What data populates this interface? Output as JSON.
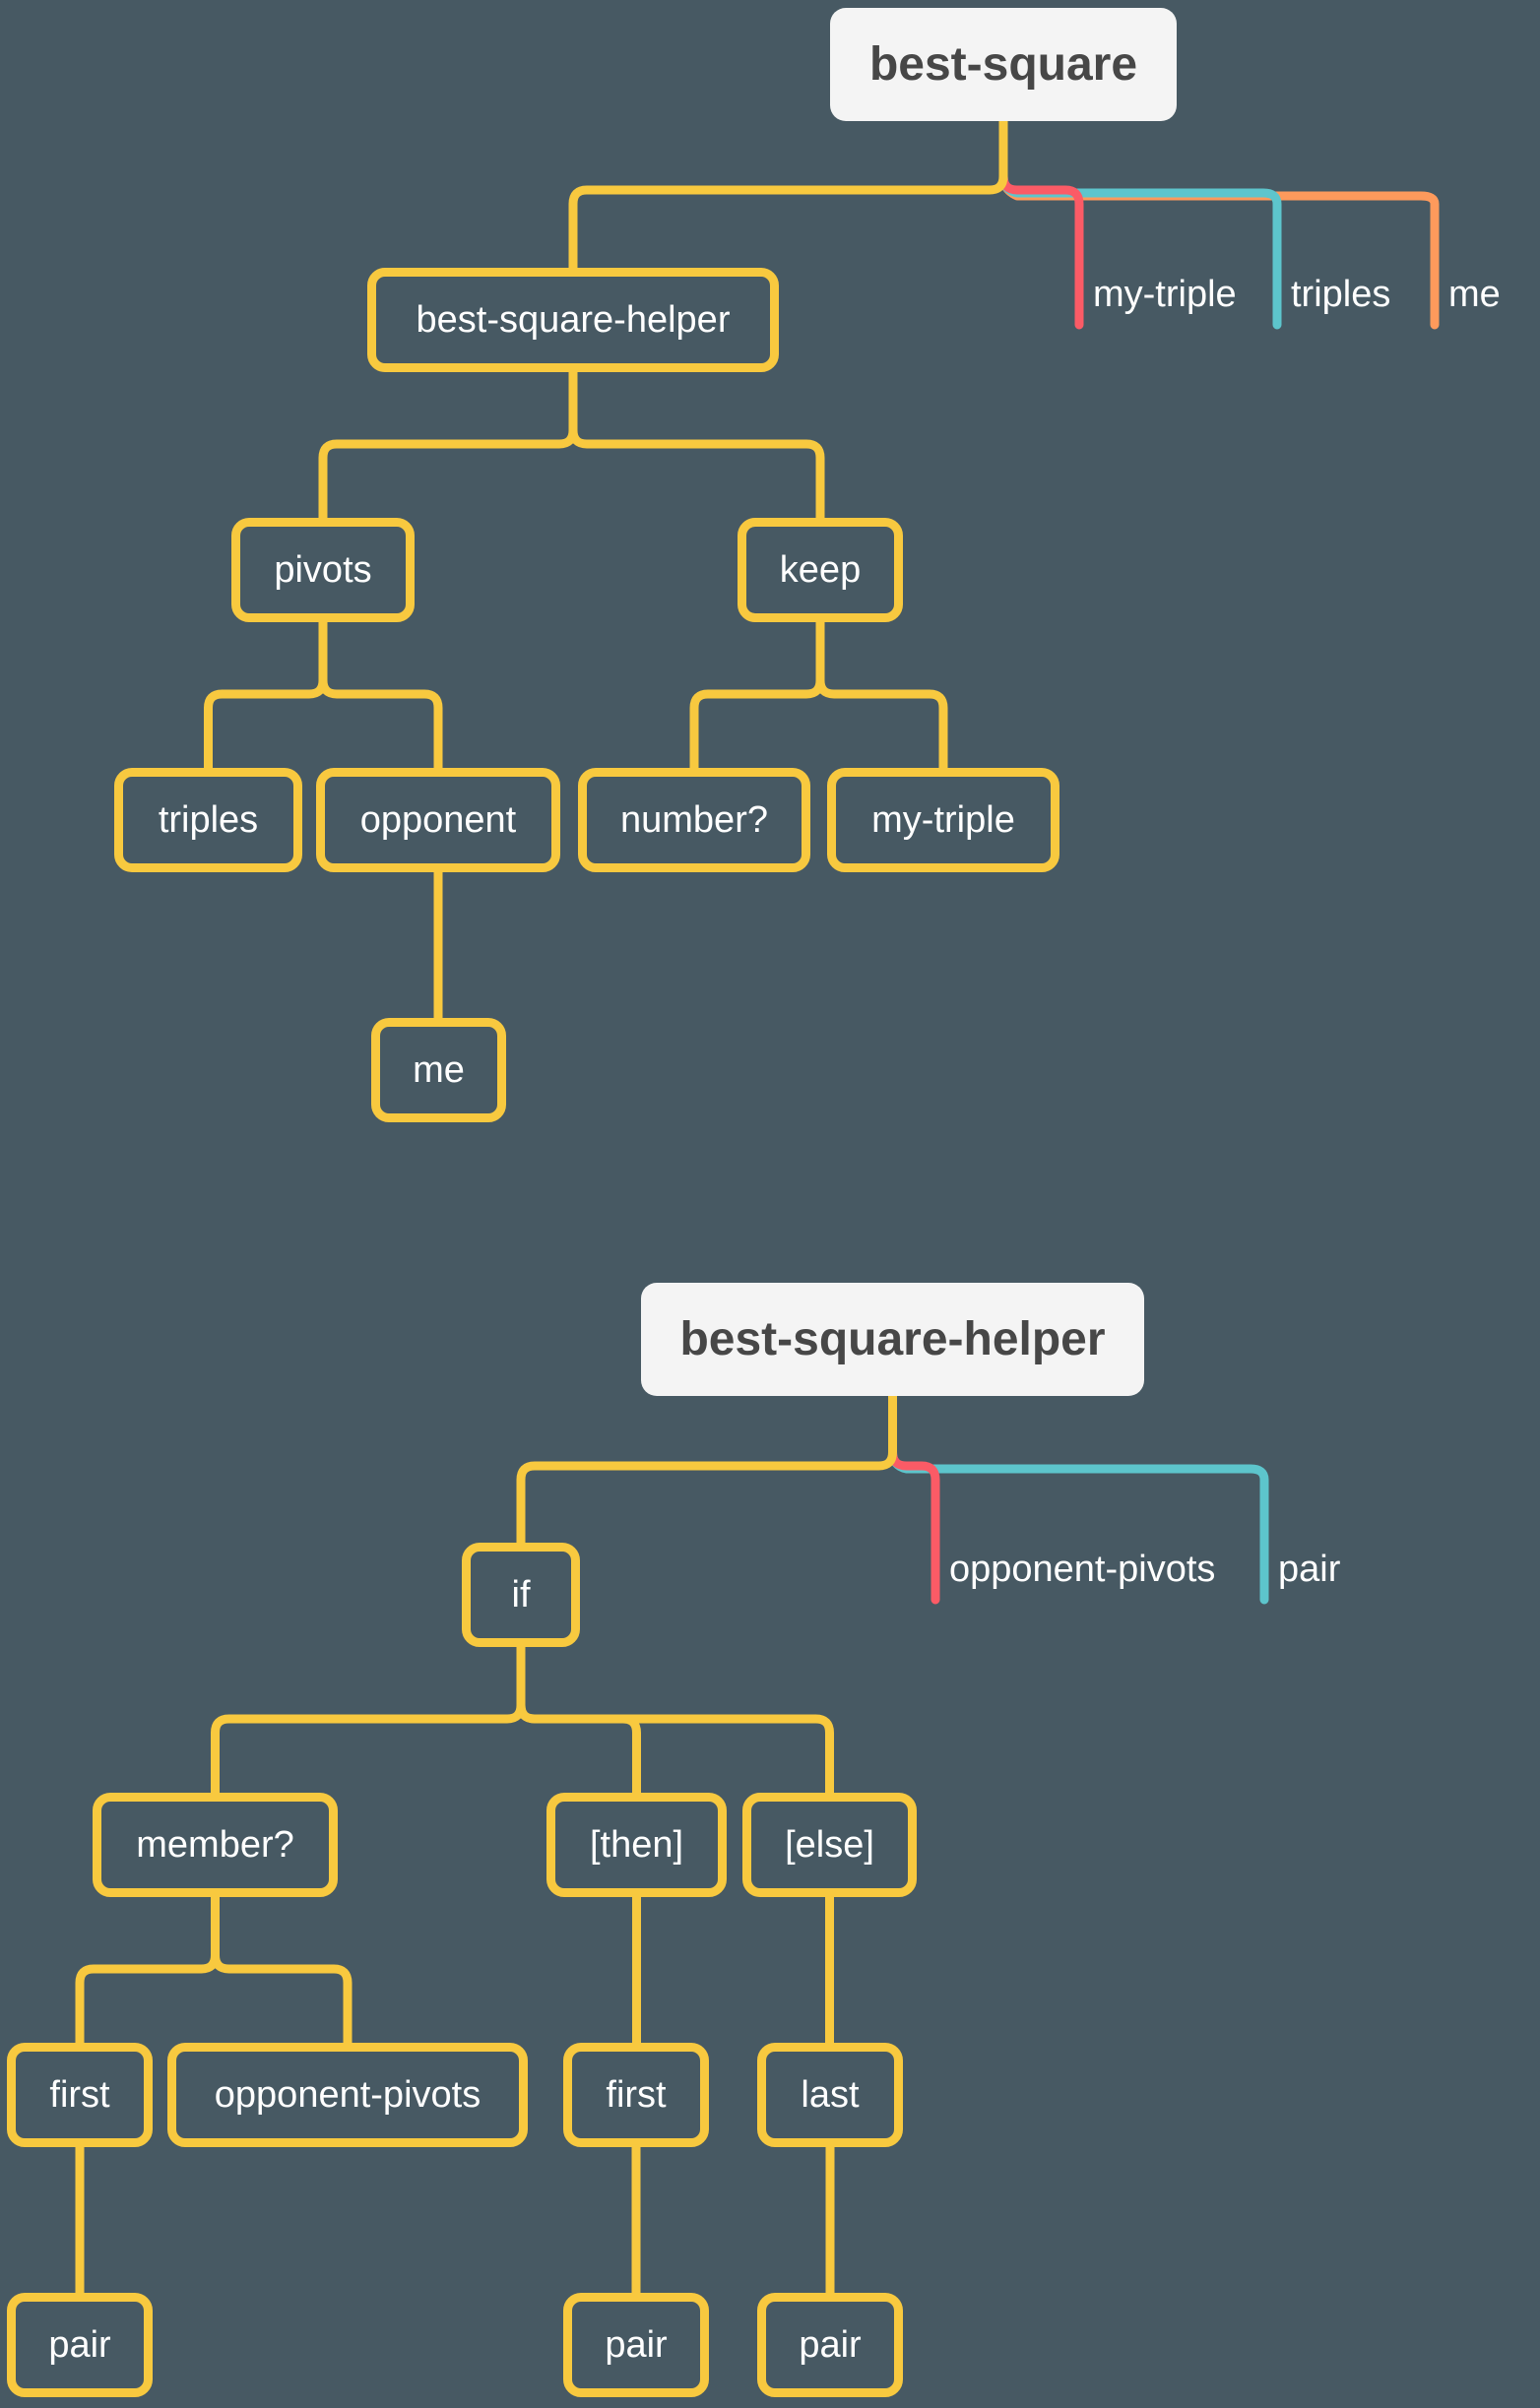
{
  "palette": {
    "background": "#475963",
    "node_border": "#f8c93f",
    "title_bg": "#f4f4f4",
    "title_text": "#474747",
    "param_colors": [
      "#fb5b66",
      "#5dc5cc",
      "#fe9a5c"
    ]
  },
  "trees": [
    {
      "title": "best-square",
      "params": [
        "my-triple",
        "triples",
        "me"
      ],
      "root": {
        "label": "best-square-helper",
        "children": [
          {
            "label": "pivots",
            "children": [
              {
                "label": "triples",
                "children": []
              },
              {
                "label": "opponent",
                "children": [
                  {
                    "label": "me",
                    "children": []
                  }
                ]
              }
            ]
          },
          {
            "label": "keep",
            "children": [
              {
                "label": "number?",
                "children": []
              },
              {
                "label": "my-triple",
                "children": []
              }
            ]
          }
        ]
      }
    },
    {
      "title": "best-square-helper",
      "params": [
        "opponent-pivots",
        "pair"
      ],
      "root": {
        "label": "if",
        "children": [
          {
            "label": "member?",
            "children": [
              {
                "label": "first",
                "children": [
                  {
                    "label": "pair",
                    "children": []
                  }
                ]
              },
              {
                "label": "opponent-pivots",
                "children": []
              }
            ]
          },
          {
            "label": "[then]",
            "children": [
              {
                "label": "first",
                "children": [
                  {
                    "label": "pair",
                    "children": []
                  }
                ]
              }
            ]
          },
          {
            "label": "[else]",
            "children": [
              {
                "label": "last",
                "children": [
                  {
                    "label": "pair",
                    "children": []
                  }
                ]
              }
            ]
          }
        ]
      }
    }
  ]
}
